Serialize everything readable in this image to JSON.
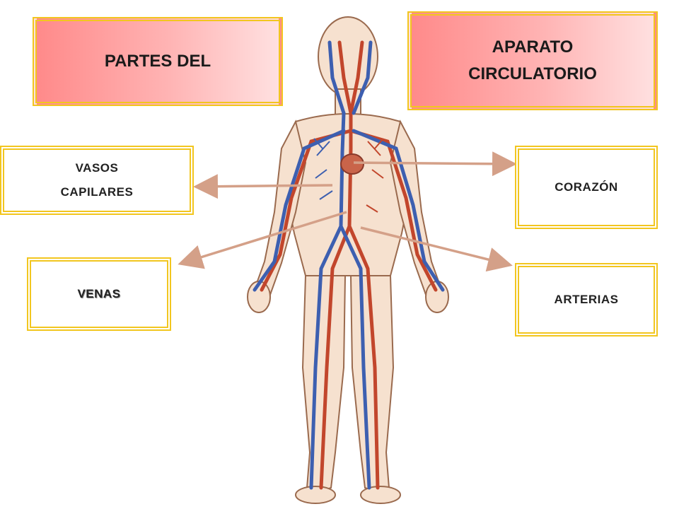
{
  "titles": {
    "left": "PARTES DEL",
    "right_line1": "APARATO",
    "right_line2": "CIRCULATORIO"
  },
  "labels": {
    "vasos_line1": "VASOS",
    "vasos_line2": "CAPILARES",
    "venas": "VENAS",
    "corazon": "CORAZÓN",
    "arterias": "ARTERIAS"
  },
  "colors": {
    "artery": "#c2462c",
    "vein": "#3d5fb0",
    "skin": "#f6e1cf",
    "outline": "#9a6a4e",
    "heart": "#c9644a",
    "pointer": "#d4a088",
    "box_border": "#f2c61f",
    "title_fill": "#ff9a9a"
  }
}
